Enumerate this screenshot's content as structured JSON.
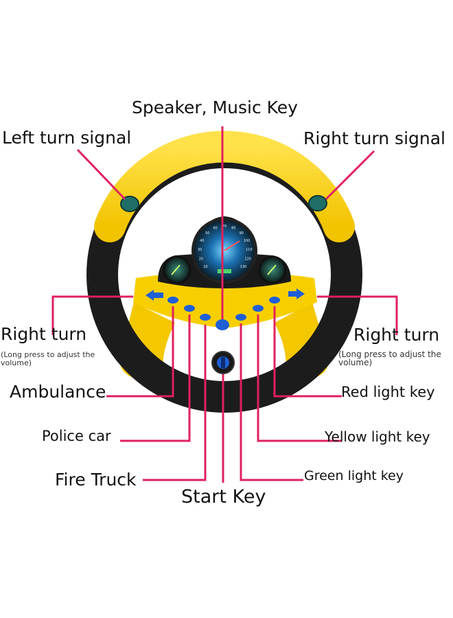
{
  "labels": {
    "speaker_music_key": "Speaker, Music Key",
    "left_turn_signal": "Left turn signal",
    "right_turn_signal": "Right turn signal",
    "right_turn_left": "Right turn",
    "right_turn_left_note": "(Long press to adjust the volume)",
    "right_turn_right": "Right turn",
    "right_turn_right_note": "(Long press to adjust the volume)",
    "ambulance": "Ambulance",
    "police_car": "Police car",
    "fire_truck": "Fire Truck",
    "start_key": "Start Key",
    "red_light_key": "Red light key",
    "yellow_light_key": "Yellow light key",
    "green_light_key": "Green light key"
  },
  "gauge_numbers": [
    "10",
    "20",
    "30",
    "40",
    "50",
    "60",
    "70",
    "80",
    "90",
    "100",
    "110",
    "120",
    "130"
  ],
  "colors": {
    "leader": "#e0205e",
    "wheel_yellow": "#f5d000",
    "wheel_black": "#1c1c1c",
    "button_blue": "#1e5fd6",
    "gauge_glow": "#3ab0ff"
  }
}
